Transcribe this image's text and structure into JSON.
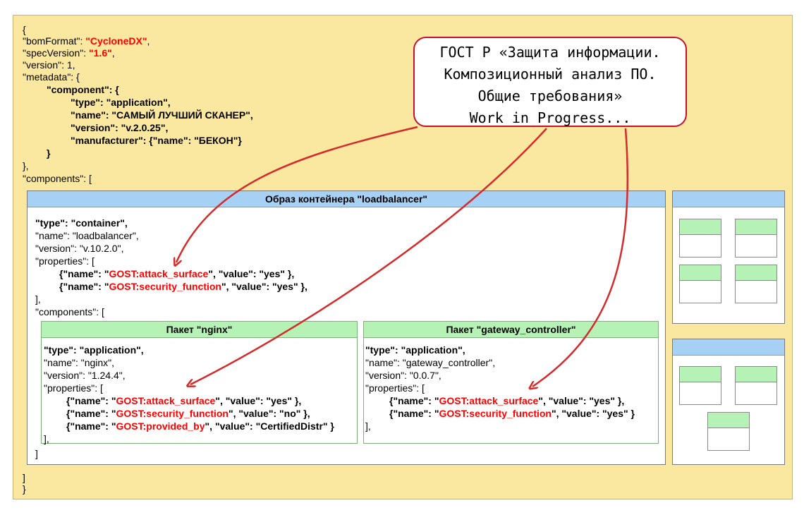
{
  "header": {
    "l1": "{",
    "bomFormat_key": "\"bomFormat\": ",
    "bomFormat_val": "\"CycloneDX\"",
    "specVersion_key": "\"specVersion\": ",
    "specVersion_val": "\"1.6\"",
    "version_line": "\"version\": 1,",
    "metadata_line": "\"metadata\": {",
    "component_line": "\"component\": {",
    "type_line": "\"type\": \"application\",",
    "name_line": "\"name\": \"САМЫЙ ЛУЧШИЙ СКАНЕР\",",
    "ver_line": "\"version\": \"v.2.0.25\",",
    "manuf_line": "\"manufacturer\": {\"name\": \"БЕКОН\"}",
    "close_inner": "}",
    "close_meta": "},",
    "components_line": "\"components\": [",
    "end1": "]",
    "end2": "}"
  },
  "container": {
    "title": "Образ контейнера \"loadbalancer\"",
    "type_line": "\"type\": \"container\",",
    "name_line": "\"name\": \"loadbalancer\",",
    "version_line": "\"version\": \"v.10.2.0\",",
    "props_line": "\"properties\": [",
    "p1_pre": "{\"name\": \"",
    "p1_key": "GOST:attack_surface",
    "p1_post": "\", \"value\": \"yes\" },",
    "p2_pre": "{\"name\": \"",
    "p2_key": "GOST:security_function",
    "p2_post": "\", \"value\": \"yes\" },",
    "props_close": "],",
    "components_line": "\"components\": [",
    "close": "]"
  },
  "nginx": {
    "title": "Пакет \"nginx\"",
    "type_line": "\"type\": \"application\",",
    "name_line": "\"name\": \"nginx\",",
    "version_line": "\"version\": \"1.24.4\",",
    "props_line": "\"properties\": [",
    "p1_pre": "{\"name\": \"",
    "p1_key": "GOST:attack_surface",
    "p1_post": "\", \"value\": \"yes\" },",
    "p2_pre": "{\"name\": \"",
    "p2_key": "GOST:security_function",
    "p2_post": "\", \"value\": \"no\" },",
    "p3_pre": "{\"name\": \"",
    "p3_key": "GOST:provided_by",
    "p3_post": "\", \"value\": \"CertifiedDistr\" }",
    "close": "],"
  },
  "gateway": {
    "title": "Пакет \"gateway_controller\"",
    "type_line": "\"type\": \"application\",",
    "name_line": "\"name\": \"gateway_controller\",",
    "version_line": "\"version\": \"0.0.7\",",
    "props_line": "\"properties\": [",
    "p1_pre": "{\"name\": \"",
    "p1_key": "GOST:attack_surface",
    "p1_post": "\", \"value\": \"yes\" },",
    "p2_pre": "{\"name\": \"",
    "p2_key": "GOST:security_function",
    "p2_post": "\", \"value\": \"yes\" }",
    "close": "],"
  },
  "callout": {
    "line1": "ГОСТ Р «Защита информации.",
    "line2": "Композиционный анализ ПО.",
    "line3": "Общие требования»",
    "line4": "Work in Progress..."
  },
  "colors": {
    "background": "#fbe8a0",
    "header_blue": "#a7d0f5",
    "header_green": "#b6f2b6",
    "accent_red": "#ff0000",
    "arrow_red": "#d42a2a"
  }
}
